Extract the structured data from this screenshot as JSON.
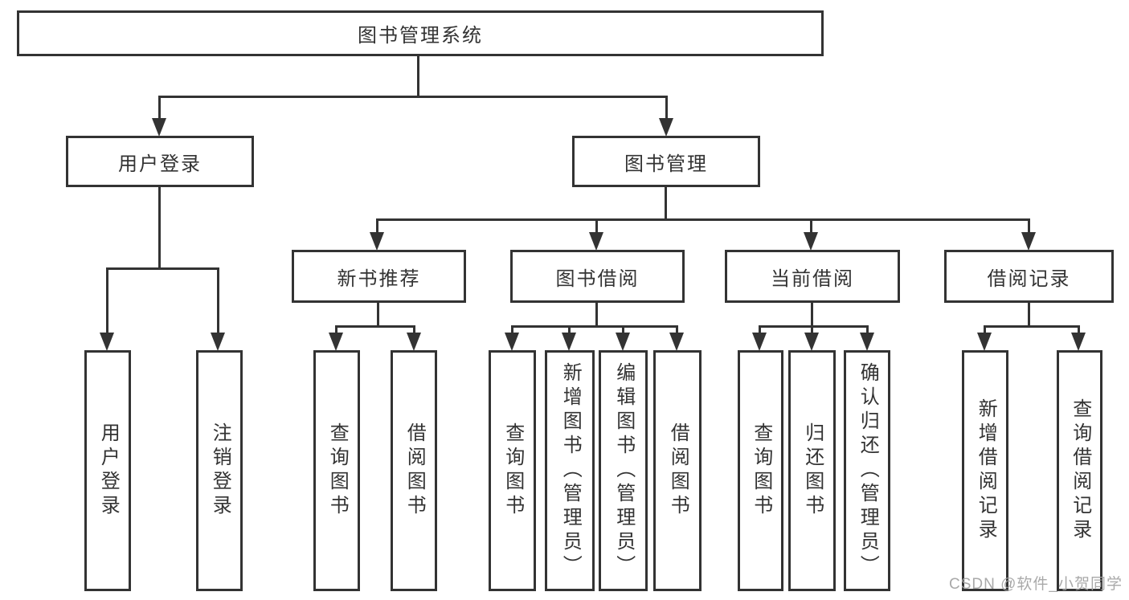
{
  "diagram": {
    "watermark": "CSDN @软件_小贺同学",
    "colors": {
      "line": "#333333",
      "border": "#333333",
      "text": "#333333",
      "background": "#ffffff",
      "watermark": "#a0a0a0"
    },
    "root": {
      "label": "图书管理系统"
    },
    "branches": [
      {
        "label": "用户登录",
        "children": [
          {
            "label": "用户登录"
          },
          {
            "label": "注销登录"
          }
        ]
      },
      {
        "label": "图书管理",
        "children": [
          {
            "label": "新书推荐",
            "children": [
              {
                "label": "查询图书"
              },
              {
                "label": "借阅图书"
              }
            ]
          },
          {
            "label": "图书借阅",
            "children": [
              {
                "label": "查询图书"
              },
              {
                "label": "新增图书（管理员）"
              },
              {
                "label": "编辑图书（管理员）"
              },
              {
                "label": "借阅图书"
              }
            ]
          },
          {
            "label": "当前借阅",
            "children": [
              {
                "label": "查询图书"
              },
              {
                "label": "归还图书"
              },
              {
                "label": "确认归还（管理员）"
              }
            ]
          },
          {
            "label": "借阅记录",
            "children": [
              {
                "label": "新增借阅记录"
              },
              {
                "label": "查询借阅记录"
              }
            ]
          }
        ]
      }
    ]
  }
}
